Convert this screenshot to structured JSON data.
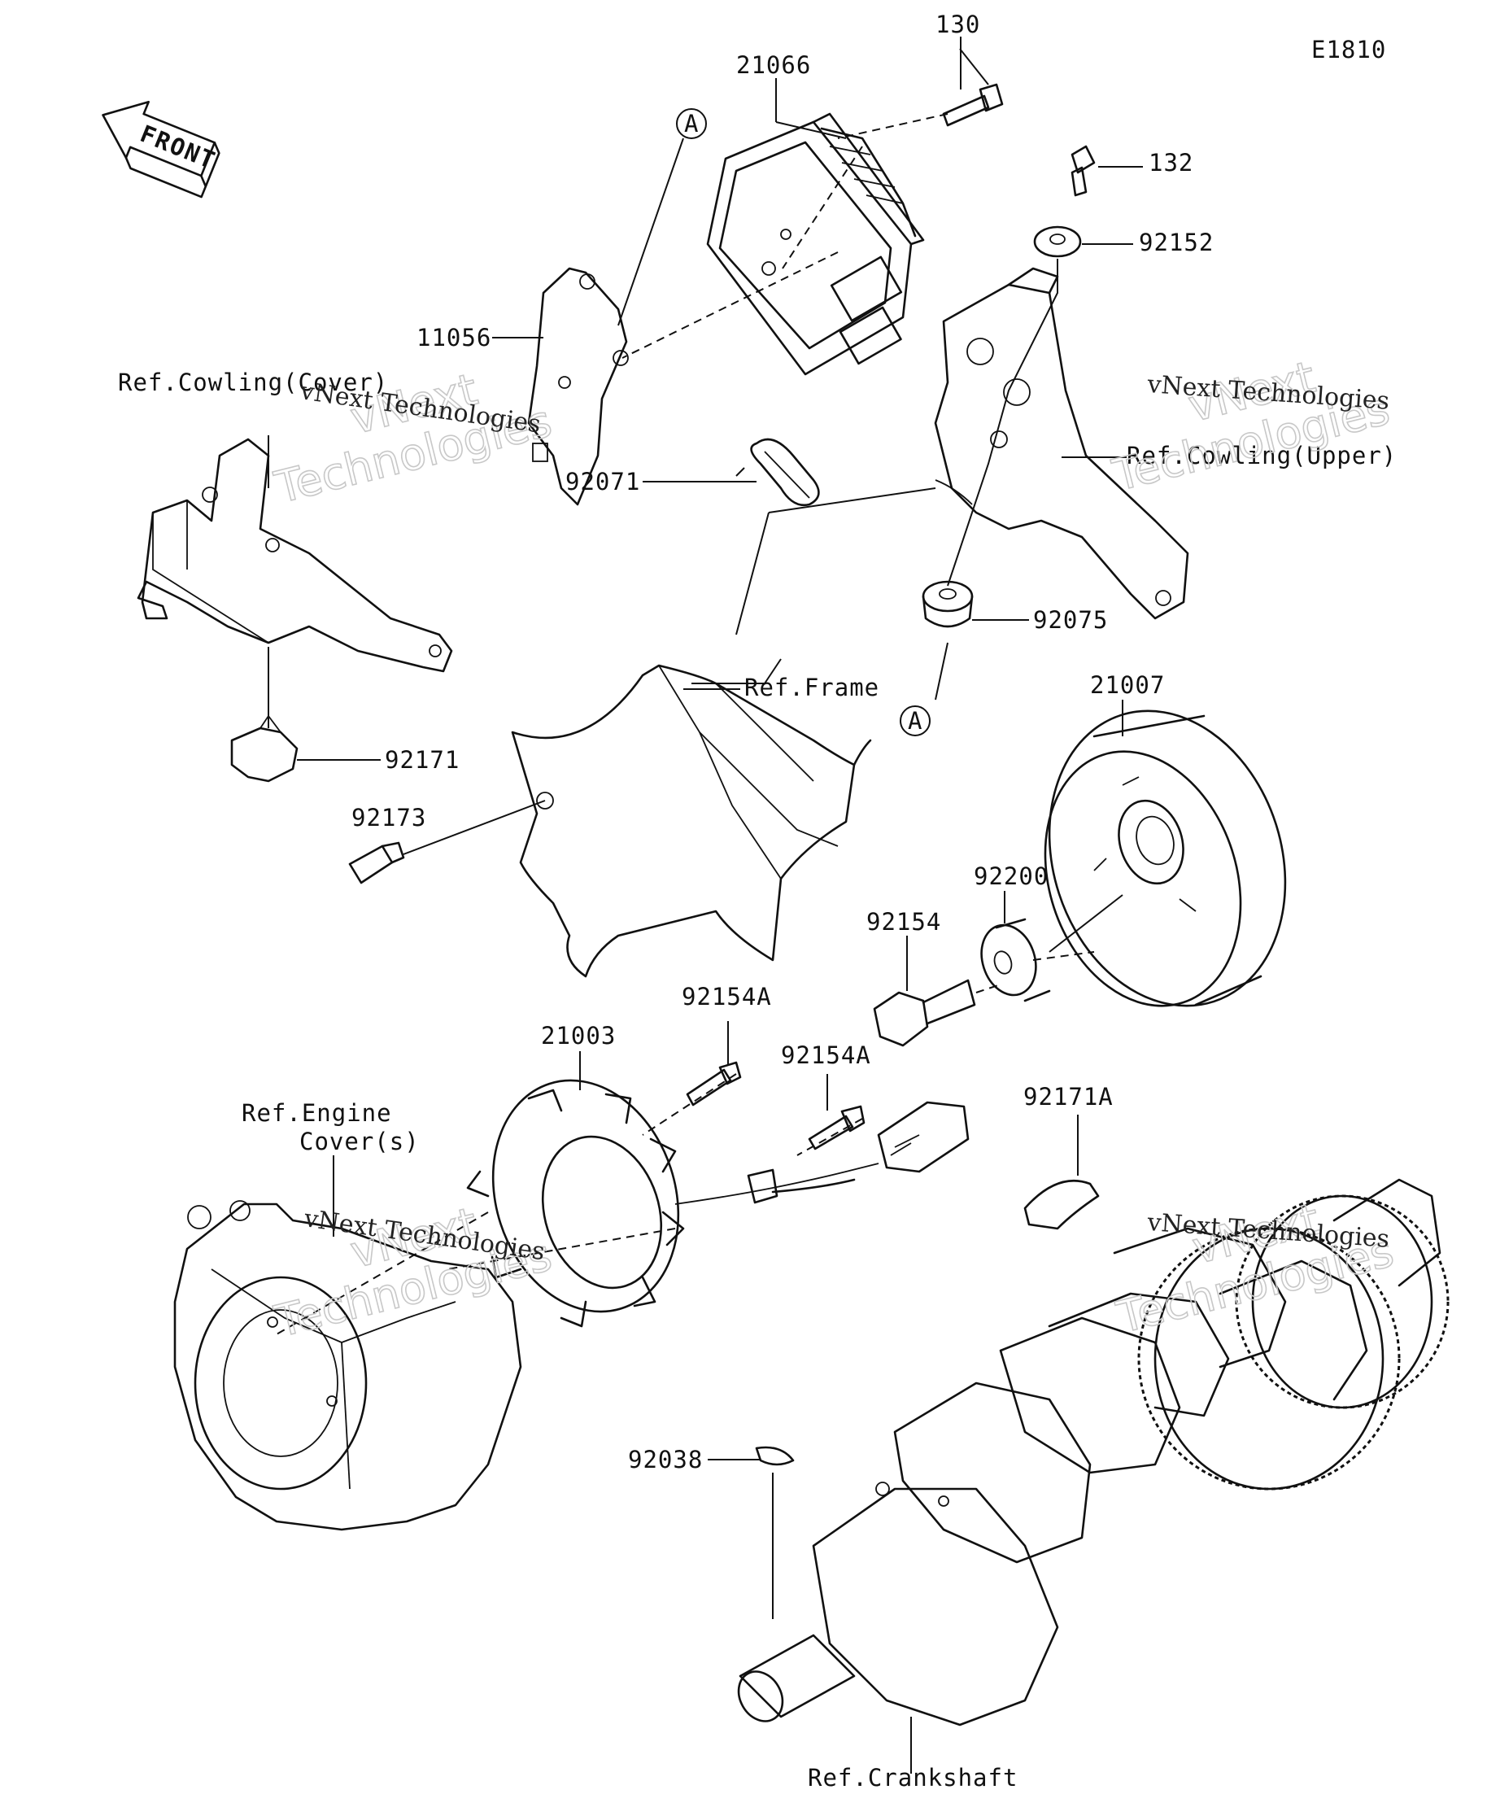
{
  "diagram_code": "E1810",
  "front_label": "FRONT",
  "ref_marker": "A",
  "watermark": {
    "line1": "vNext",
    "line2": "Technologies",
    "caption": "vNext Technologies"
  },
  "parts": {
    "p130": "130",
    "p132": "132",
    "p21066": "21066",
    "p92152": "92152",
    "p11056": "11056",
    "p92071": "92071",
    "p92075": "92075",
    "p92171": "92171",
    "p92173": "92173",
    "p21007": "21007",
    "p92200": "92200",
    "p92154": "92154",
    "p92154a_1": "92154A",
    "p92154a_2": "92154A",
    "p21003": "21003",
    "p92171a": "92171A",
    "p92038": "92038"
  },
  "refs": {
    "cowling_cover": "Ref.Cowling(Cover)",
    "cowling_upper": "Ref.Cowling(Upper)",
    "frame": "Ref.Frame",
    "engine_cover_line1": "Ref.Engine",
    "engine_cover_line2": "Cover(s)",
    "crankshaft": "Ref.Crankshaft"
  }
}
